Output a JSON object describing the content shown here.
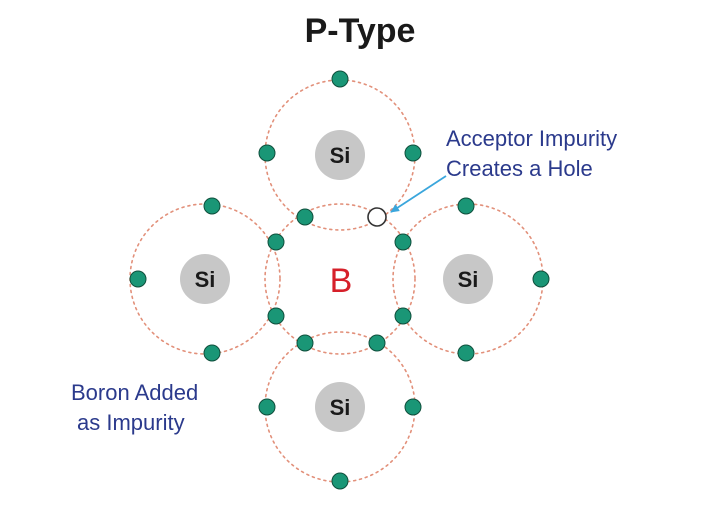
{
  "title": "P-Type",
  "center_atom": {
    "symbol": "B",
    "color": "#d6202a"
  },
  "silicon_atoms": [
    {
      "position": "top",
      "symbol": "Si"
    },
    {
      "position": "left",
      "symbol": "Si"
    },
    {
      "position": "right",
      "symbol": "Si"
    },
    {
      "position": "bottom",
      "symbol": "Si"
    }
  ],
  "annotations": {
    "acceptor_line1": "Acceptor Impurity",
    "acceptor_line2": "Creates a Hole",
    "boron_line1": "Boron Added",
    "boron_line2": "as Impurity"
  },
  "colors": {
    "electron": "#1a9676",
    "orbit": "#e2907a",
    "nucleus_fill": "#c7c7c7",
    "nucleus_text": "#1a1a1a",
    "annotation_text": "#2b3a8c",
    "arrow": "#3aa6dc"
  },
  "icons": {
    "electron": "electron-dot-icon",
    "hole": "hole-circle-icon",
    "arrow": "pointer-arrow-icon"
  }
}
